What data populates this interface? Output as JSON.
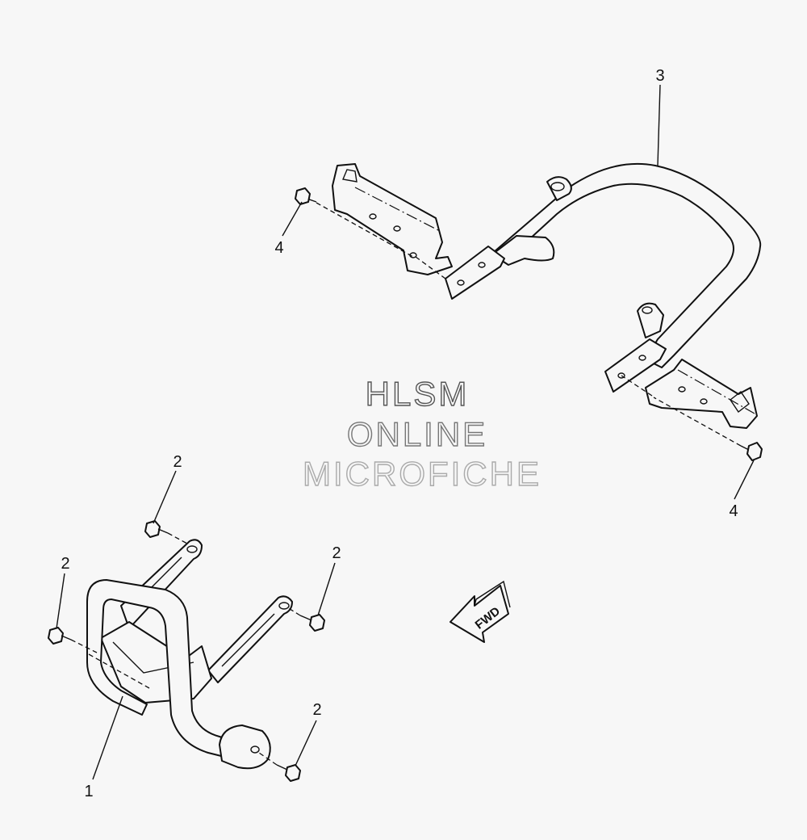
{
  "watermark": {
    "line1": "HLSM",
    "line2": "ONLINE",
    "line3": "MICROFICHE",
    "colors": {
      "line1": "#555555",
      "line2": "#777777",
      "line3": "#aaaaaa"
    }
  },
  "callouts": [
    {
      "id": "1",
      "label": "1"
    },
    {
      "id": "2a",
      "label": "2"
    },
    {
      "id": "2b",
      "label": "2"
    },
    {
      "id": "2c",
      "label": "2"
    },
    {
      "id": "2d",
      "label": "2"
    },
    {
      "id": "3",
      "label": "3"
    },
    {
      "id": "4a",
      "label": "4"
    },
    {
      "id": "4b",
      "label": "4"
    }
  ],
  "direction_arrow": {
    "label": "FWD"
  },
  "parts": [
    {
      "ref": "1",
      "name": "front guard"
    },
    {
      "ref": "2",
      "name": "bolt"
    },
    {
      "ref": "3",
      "name": "rear guard"
    },
    {
      "ref": "4",
      "name": "bolt"
    }
  ]
}
